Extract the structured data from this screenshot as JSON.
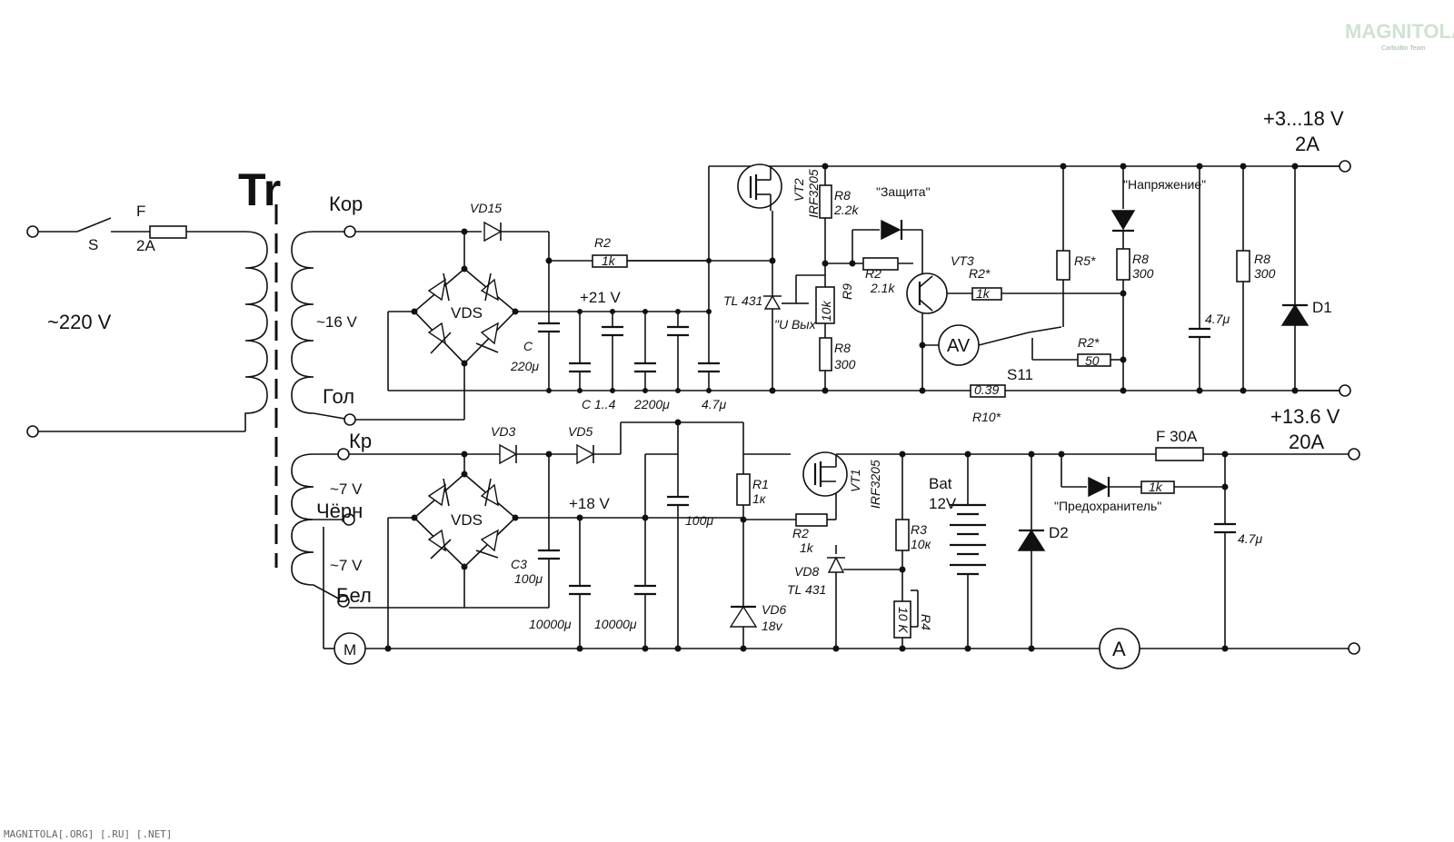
{
  "watermark": {
    "logo": "MAGNITOLA",
    "logo_sub": "Carbuiltin Team",
    "footer": "MAGNITOLA[.ORG] [.RU] [.NET]"
  },
  "transformer": {
    "name": "Tr",
    "primary_voltage": "~220 V",
    "switch": "S",
    "fuse": "F",
    "fuse_rating": "2A"
  },
  "taps": {
    "kor": "Кор",
    "gol": "Гол",
    "v16": "~16 V",
    "kr": "Кр",
    "chern": "Чёрн",
    "bel": "Бел",
    "v7a": "~7 V",
    "v7b": "~7 V"
  },
  "upper": {
    "vd15": "VD15",
    "vds": "VDS",
    "r2": "R2",
    "r2_val": "1k",
    "rail": "+21 V",
    "c": "C",
    "c_val": "220μ",
    "c14": "C 1..4",
    "c14_val": "2200μ",
    "c47": "4.7μ",
    "vt2": "VT2",
    "vt2_type": "IRF3205",
    "r8a": "R8",
    "r8a_val": "2.2k",
    "r9": "R9",
    "r9_val": "10k",
    "tl": "TL 431",
    "uout": "\"U Вых\"",
    "r8b": "R8",
    "r8b_val": "300",
    "prot": "\"Защита\"",
    "r2b": "R2",
    "r2b_val": "2.1k",
    "vt3": "VT3",
    "r2c": "R2*",
    "r2c_val": "1k",
    "av": "AV",
    "r5": "R5*",
    "r8c": "R8",
    "r8c_val": "300",
    "volt": "\"Напряжение\"",
    "r2d": "R2*",
    "r2d_val": "50",
    "s11": "S11",
    "r10_val": "0.39",
    "r10": "R10*",
    "c47b": "4.7μ",
    "r8d": "R8",
    "r8d_val": "300",
    "d1": "D1",
    "out": "+3...18 V",
    "out_i": "2A"
  },
  "lower": {
    "vd3": "VD3",
    "vd5": "VD5",
    "vds": "VDS",
    "rail": "+18 V",
    "c3": "C3",
    "c3_val": "100μ",
    "c1": "10000μ",
    "c2": "10000μ",
    "c100": "100μ",
    "r1": "R1",
    "r1_val": "1к",
    "r2": "R2",
    "r2_val": "1k",
    "vd6": "VD6",
    "vd6_val": "18v",
    "vt1": "VT1",
    "vt1_type": "IRF3205",
    "vd8": "VD8",
    "tl": "TL 431",
    "r3": "R3",
    "r3_val": "10к",
    "r4": "R4",
    "r4_val": "10 K",
    "bat": "Bat",
    "bat_v": "12V",
    "d2": "D2",
    "fuse": "F 30A",
    "fuse_led": "\"Предохранитель\"",
    "r_led": "1k",
    "c47": "4.7μ",
    "out": "+13.6 V",
    "out_i": "20A",
    "motor": "M",
    "amm": "A"
  }
}
